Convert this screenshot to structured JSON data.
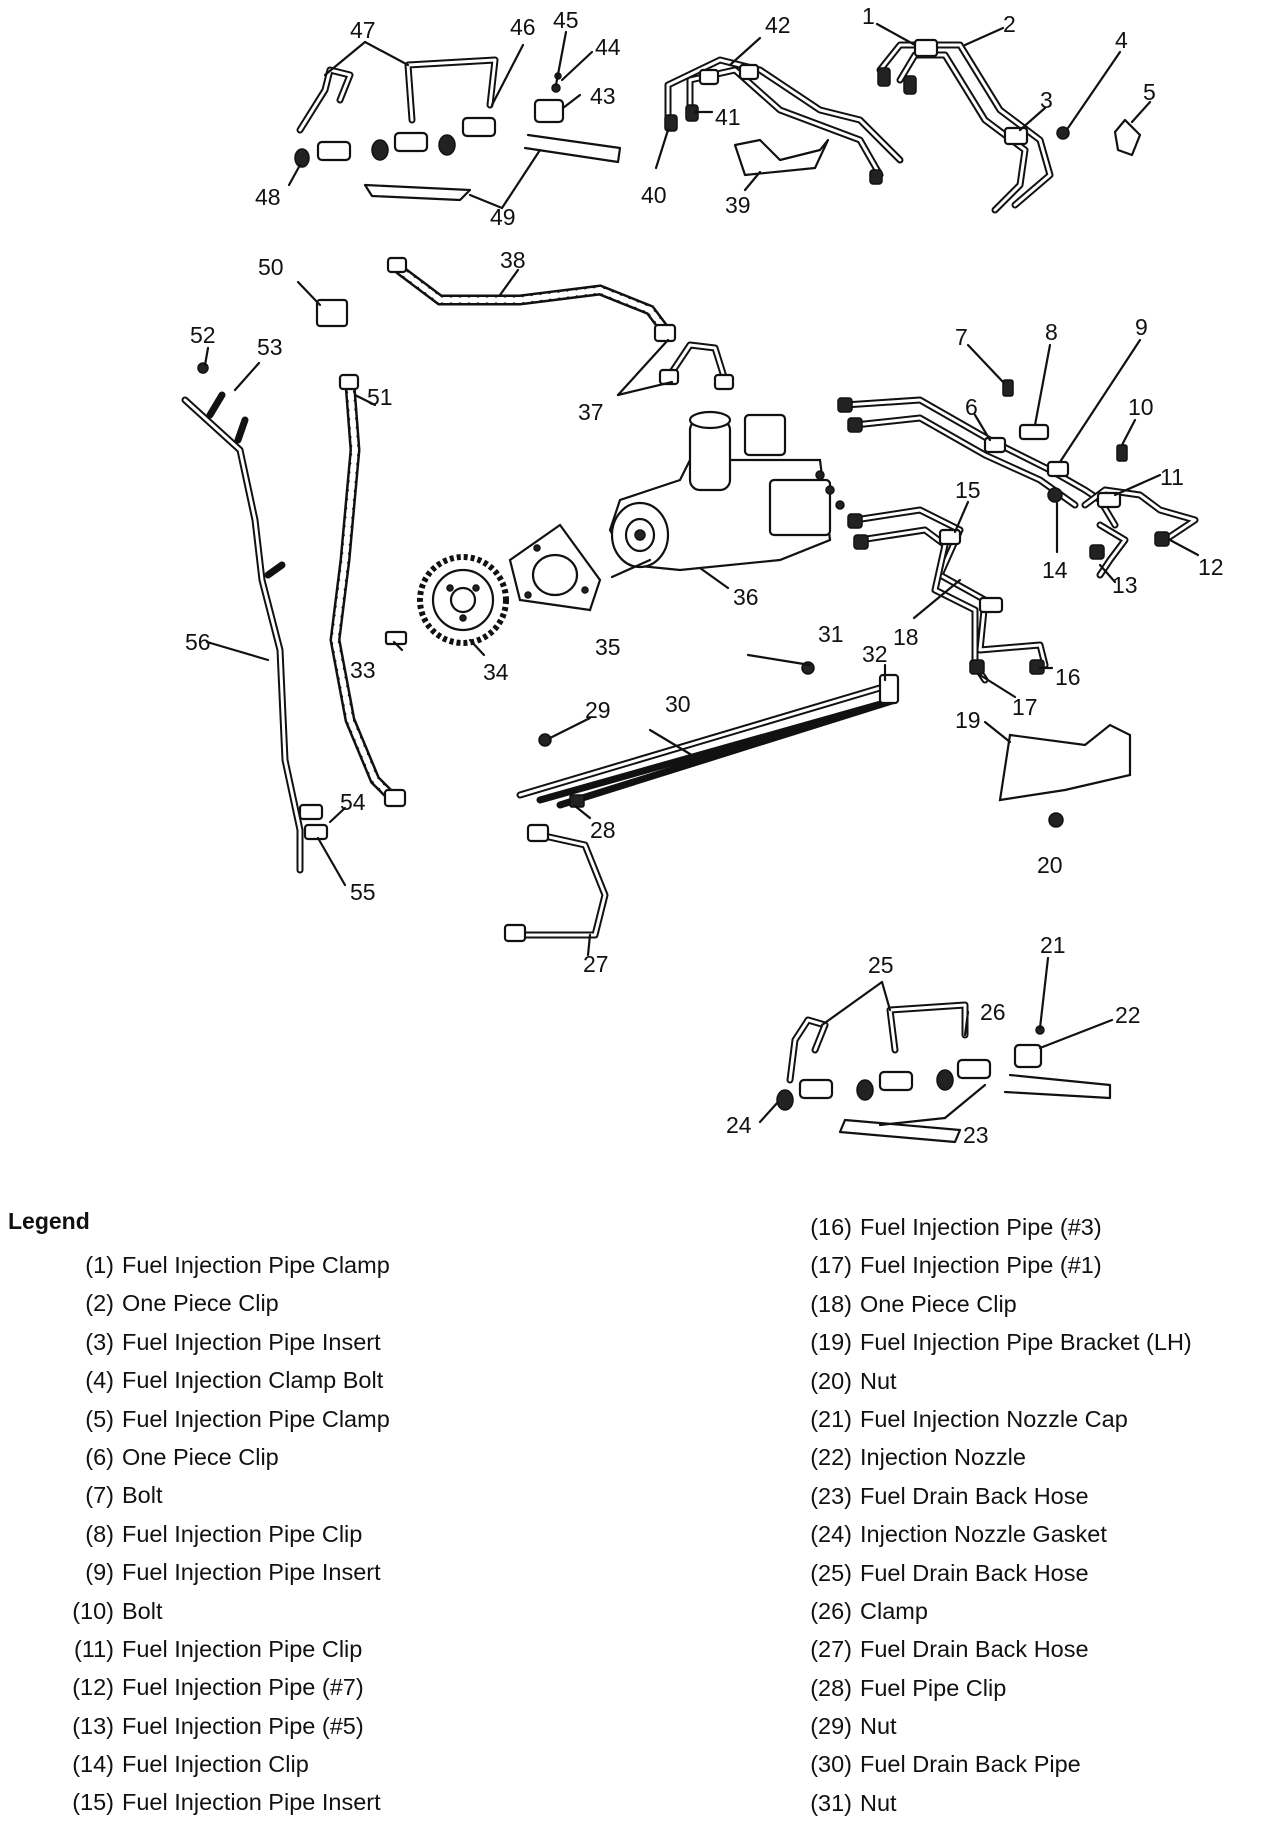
{
  "legend": {
    "title": "Legend",
    "items": [
      {
        "num": "(1)",
        "label": "Fuel Injection Pipe Clamp"
      },
      {
        "num": "(2)",
        "label": "One Piece Clip"
      },
      {
        "num": "(3)",
        "label": "Fuel Injection Pipe Insert"
      },
      {
        "num": "(4)",
        "label": "Fuel Injection Clamp Bolt"
      },
      {
        "num": "(5)",
        "label": "Fuel Injection Pipe Clamp"
      },
      {
        "num": "(6)",
        "label": "One Piece Clip"
      },
      {
        "num": "(7)",
        "label": "Bolt"
      },
      {
        "num": "(8)",
        "label": "Fuel Injection Pipe Clip"
      },
      {
        "num": "(9)",
        "label": "Fuel Injection Pipe Insert"
      },
      {
        "num": "(10)",
        "label": "Bolt"
      },
      {
        "num": "(11)",
        "label": "Fuel Injection Pipe Clip"
      },
      {
        "num": "(12)",
        "label": "Fuel Injection Pipe (#7)"
      },
      {
        "num": "(13)",
        "label": "Fuel Injection Pipe (#5)"
      },
      {
        "num": "(14)",
        "label": "Fuel Injection Clip"
      },
      {
        "num": "(15)",
        "label": "Fuel Injection Pipe Insert"
      },
      {
        "num": "(16)",
        "label": "Fuel Injection Pipe (#3)"
      },
      {
        "num": "(17)",
        "label": "Fuel Injection Pipe (#1)"
      },
      {
        "num": "(18)",
        "label": "One Piece Clip"
      },
      {
        "num": "(19)",
        "label": "Fuel Injection Pipe Bracket (LH)"
      },
      {
        "num": "(20)",
        "label": "Nut"
      },
      {
        "num": "(21)",
        "label": "Fuel Injection Nozzle Cap"
      },
      {
        "num": "(22)",
        "label": "Injection Nozzle"
      },
      {
        "num": "(23)",
        "label": "Fuel Drain Back Hose"
      },
      {
        "num": "(24)",
        "label": "Injection Nozzle Gasket"
      },
      {
        "num": "(25)",
        "label": "Fuel Drain Back Hose"
      },
      {
        "num": "(26)",
        "label": "Clamp"
      },
      {
        "num": "(27)",
        "label": "Fuel Drain Back Hose"
      },
      {
        "num": "(28)",
        "label": "Fuel Pipe Clip"
      },
      {
        "num": "(29)",
        "label": "Nut"
      },
      {
        "num": "(30)",
        "label": "Fuel Drain Back Pipe"
      },
      {
        "num": "(31)",
        "label": "Nut"
      }
    ]
  },
  "callouts": [
    "1",
    "2",
    "3",
    "4",
    "5",
    "6",
    "7",
    "8",
    "9",
    "10",
    "11",
    "12",
    "13",
    "14",
    "15",
    "16",
    "17",
    "18",
    "19",
    "20",
    "21",
    "22",
    "23",
    "24",
    "25",
    "26",
    "27",
    "28",
    "29",
    "30",
    "31",
    "32",
    "33",
    "34",
    "35",
    "36",
    "37",
    "38",
    "39",
    "40",
    "41",
    "42",
    "43",
    "44",
    "45",
    "46",
    "47",
    "48",
    "49",
    "50",
    "51",
    "52",
    "53",
    "54",
    "55",
    "56"
  ]
}
